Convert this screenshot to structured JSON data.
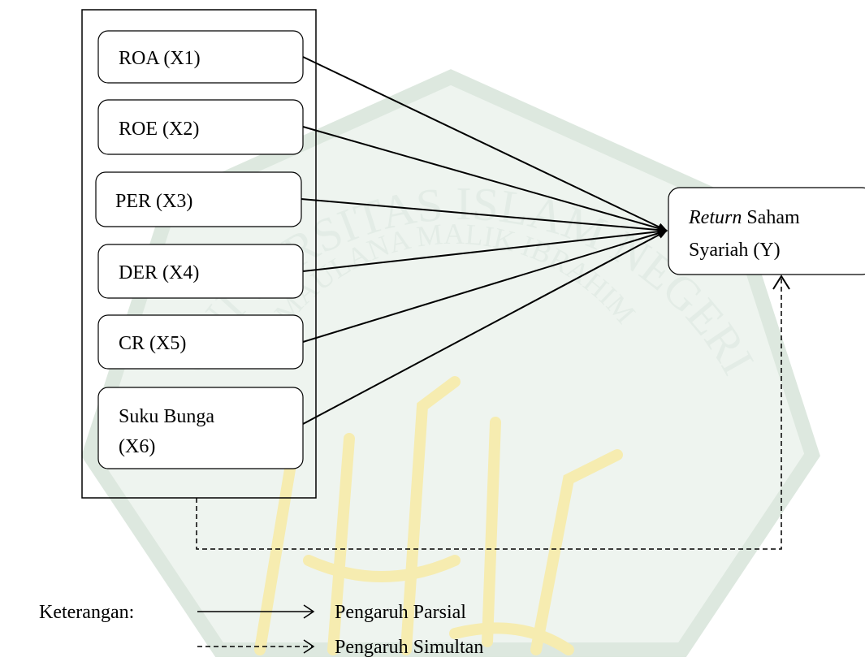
{
  "variables": [
    {
      "label": "ROA (X1)"
    },
    {
      "label": "ROE (X2)"
    },
    {
      "label": "PER (X3)"
    },
    {
      "label": "DER (X4)"
    },
    {
      "label": "CR (X5)"
    },
    {
      "label_line1": "Suku Bunga",
      "label_line2": "(X6)"
    }
  ],
  "dependent": {
    "line1_italic": "Return",
    "line1_rest": " Saham",
    "line2": "Syariah (Y)"
  },
  "legend": {
    "title": "Keterangan:",
    "partial": "Pengaruh Parsial",
    "simultaneous": "Pengaruh Simultan"
  },
  "watermark": {
    "arc_text": "UNIVERSITAS ISLAM NEGERI",
    "inner_text": "MAULANA MALIK IBRAHIM",
    "colors": {
      "green": "#d8e6dc",
      "gold": "#f6ecb0"
    }
  }
}
